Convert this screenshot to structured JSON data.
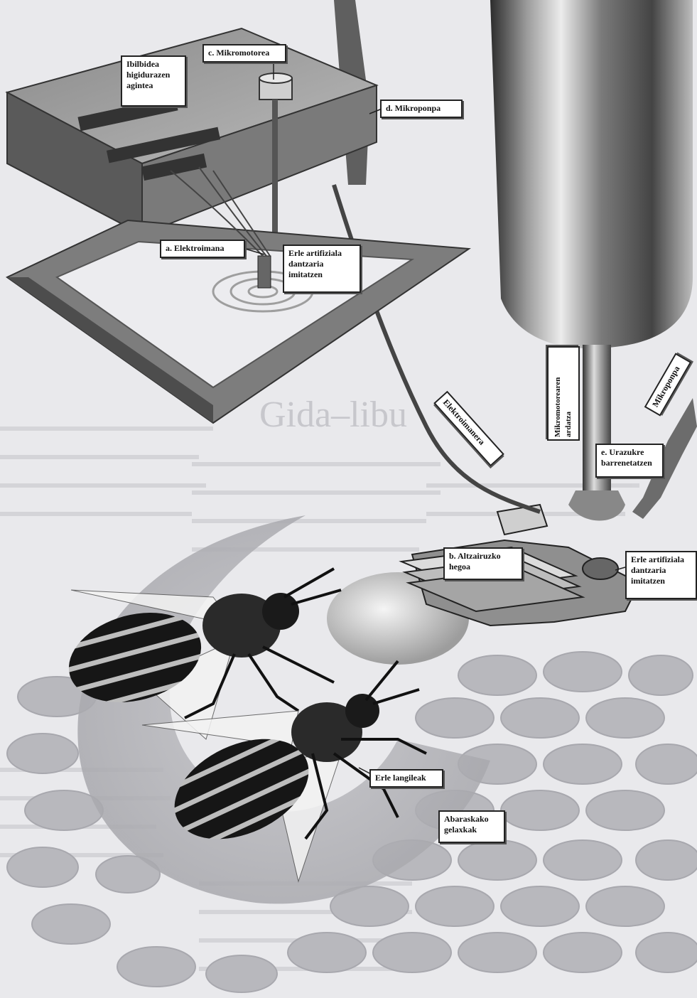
{
  "labels": {
    "steering": "Ibilbidea\nhigidurazen\nagintea",
    "micromotor": "c. Mikromotorea",
    "microsyringe": "d. Mikroponpa",
    "electromagnet": "a. Elektroimana",
    "robot_bee_top": "Erle artifiziala\ndantzaria\nimitatzen",
    "wire_label": "Elektroimanera",
    "micromotor_axis": "Mikromotorearen\nardatza",
    "micropump_right": "Mikroponpa",
    "sugar_water": "e. Urazukre\nbarrenetatzen",
    "brass_wings": "b. Altzairuzko\nhegoa",
    "robot_bee_right": "Erle artifiziala\ndantzaria\nimitatzen",
    "worker_bees": "Erle langileak",
    "honeycomb": "Abaraskako\ngelaxkak"
  },
  "background_text": {
    "headline": "Gida–libu"
  },
  "colors": {
    "paper": "#e9e9ec",
    "metal_dark": "#3a3a3a",
    "metal_light": "#d9d9d9",
    "bee_dark": "#161616",
    "honeycomb": "#b8b8bd"
  }
}
